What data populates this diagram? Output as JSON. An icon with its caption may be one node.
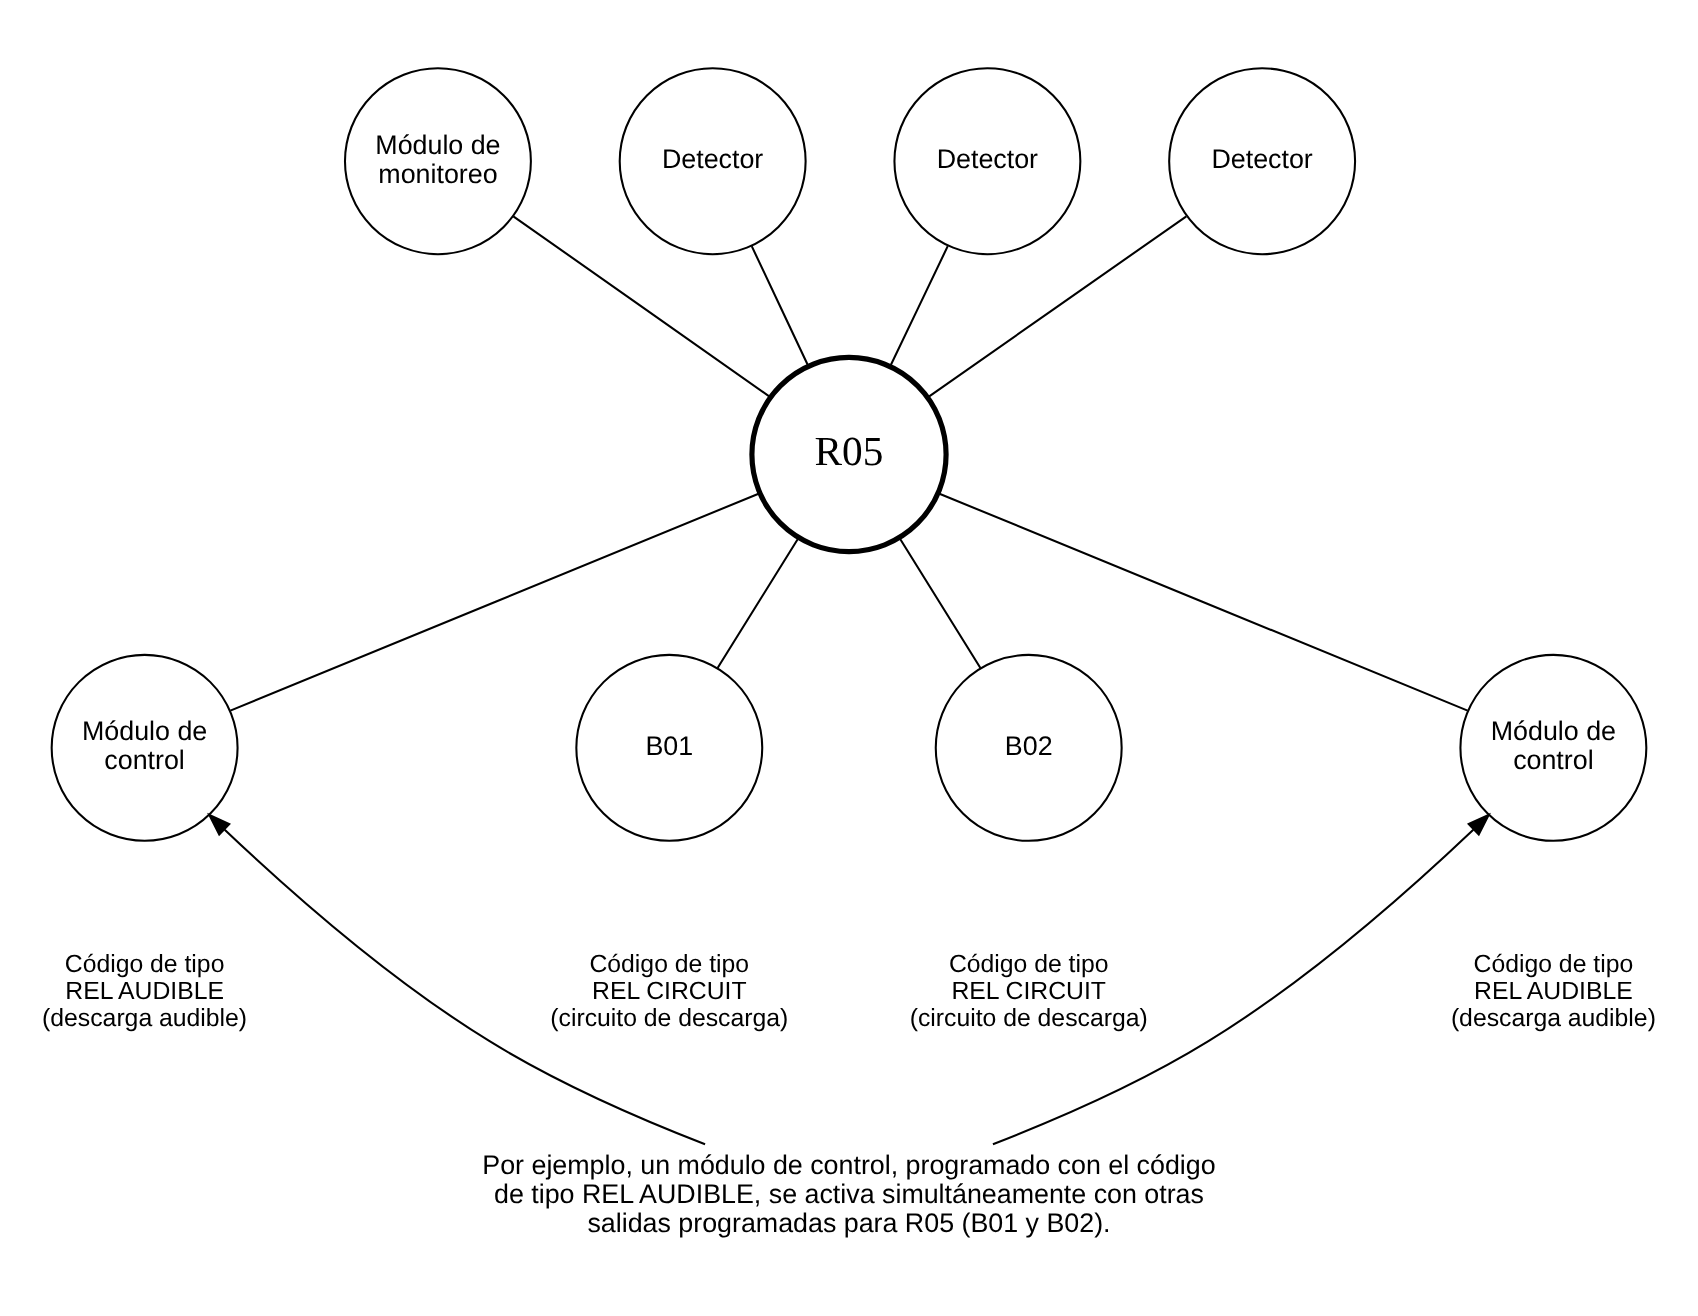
{
  "diagram": {
    "nodes": [
      {
        "text": [
          "Módulo de monitoreo"
        ]
      },
      {
        "text": [
          "Detector"
        ]
      },
      {
        "text": [
          "Detector"
        ]
      },
      {
        "text": [
          "Detector"
        ]
      },
      {
        "text": [
          "R05"
        ]
      },
      {
        "text": [
          "Módulo de control"
        ],
        "beside": [
          "Código de tipo",
          "REL AUDIBLE",
          "(descarga audible)"
        ]
      },
      {
        "text": [
          "B01"
        ],
        "beside": [
          "Código de tipo",
          "REL CIRCUIT",
          "(circuito de descarga)"
        ]
      },
      {
        "text": [
          "B02"
        ],
        "beside": [
          "Código de tipo",
          "REL CIRCUIT",
          "(circuito de descarga)"
        ]
      },
      {
        "text": [
          "Módulo de control"
        ],
        "beside": [
          "Código de tipo",
          "REL AUDIBLE",
          "(descarga audible)"
        ]
      },
      {
        "text": [
          "Por ejemplo, un módulo de control, programado con el código de tipo REL AUDIBLE, se activa simultáneamente con otras salidas programadas para R05 (B01 y B02)."
        ]
      }
    ],
    "edges": [
      {
        "from": 0,
        "to": 4,
        "arrow": "none"
      },
      {
        "from": 1,
        "to": 4,
        "arrow": "none"
      },
      {
        "from": 2,
        "to": 4,
        "arrow": "none"
      },
      {
        "from": 3,
        "to": 4,
        "arrow": "none"
      },
      {
        "from": 4,
        "to": 5,
        "arrow": "none"
      },
      {
        "from": 4,
        "to": 6,
        "arrow": "none"
      },
      {
        "from": 4,
        "to": 7,
        "arrow": "none"
      },
      {
        "from": 4,
        "to": 8,
        "arrow": "none"
      },
      {
        "from": 9,
        "to": 5,
        "arrow": "to"
      },
      {
        "from": 9,
        "to": 8,
        "arrow": "to"
      }
    ]
  }
}
